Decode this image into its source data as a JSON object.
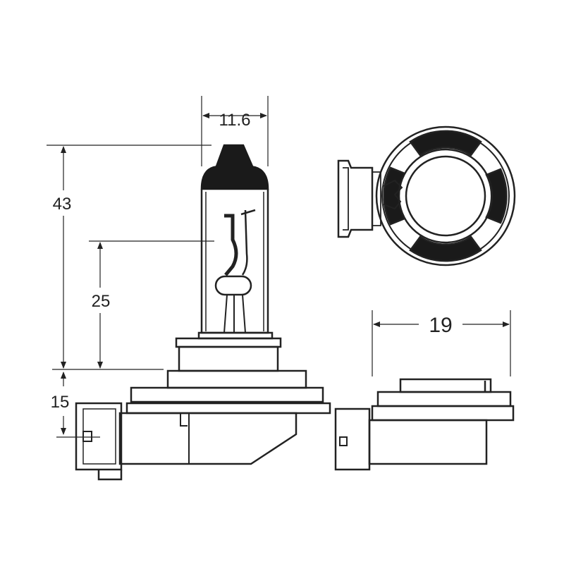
{
  "dimensions": {
    "bulb_width": "11.6",
    "overall_height": "43",
    "light_center_height": "25",
    "base_height": "15",
    "flange_width": "19"
  },
  "colors": {
    "ink": "#222222",
    "glass_dark": "#1a1a1a",
    "background": "#ffffff"
  }
}
